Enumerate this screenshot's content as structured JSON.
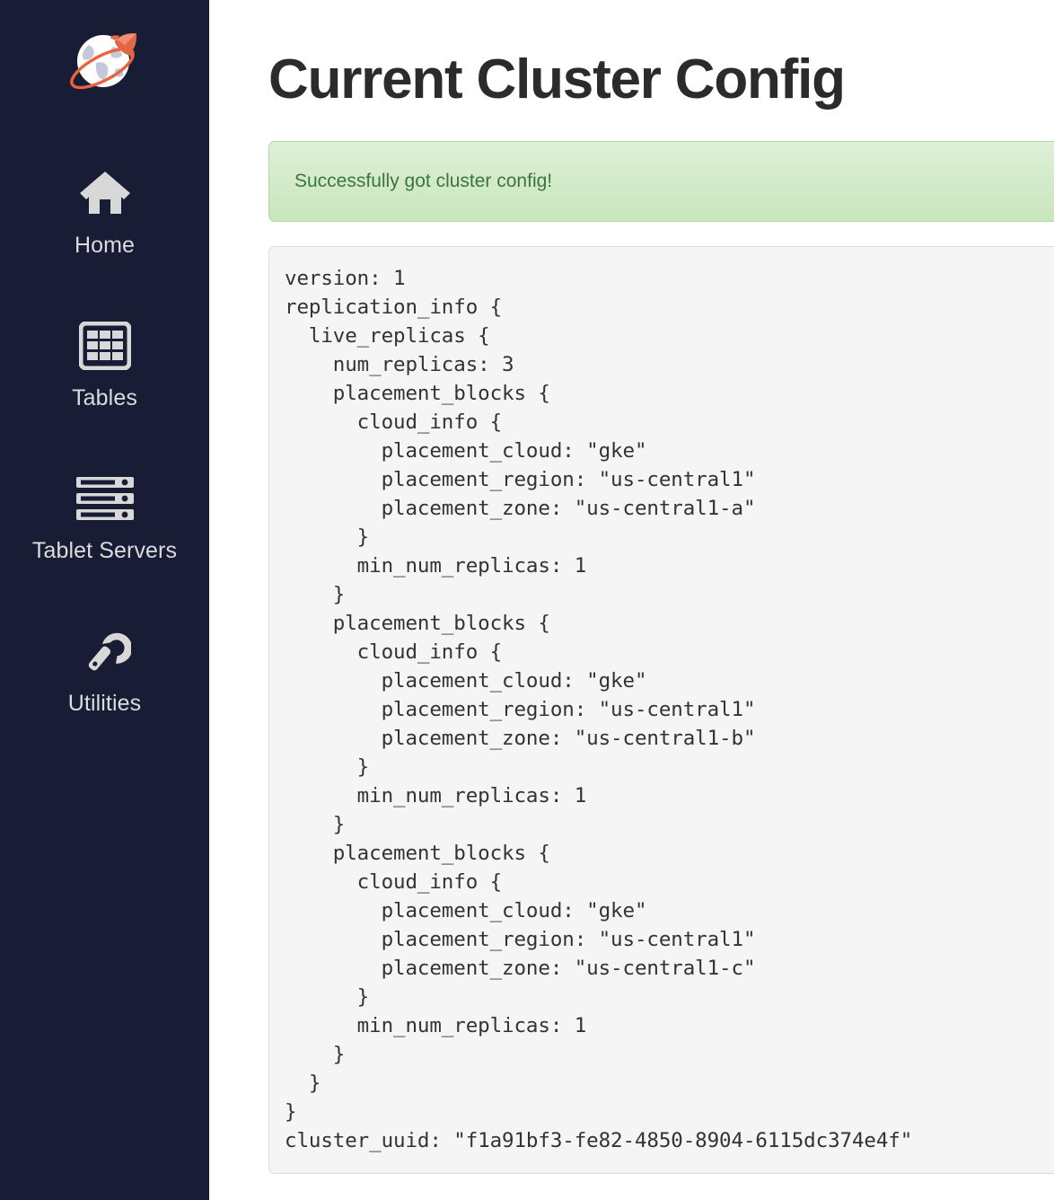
{
  "sidebar": {
    "logo": {
      "icon": "globe-rocket-logo",
      "globe_color": "#ffffff",
      "rocket_color": "#ec6a4c",
      "orbit_color": "#e8633f"
    },
    "background_color": "#191c35",
    "items": [
      {
        "label": "Home",
        "icon": "home-icon"
      },
      {
        "label": "Tables",
        "icon": "table-grid-icon"
      },
      {
        "label": "Tablet Servers",
        "icon": "server-rack-icon"
      },
      {
        "label": "Utilities",
        "icon": "wrench-icon"
      }
    ]
  },
  "main": {
    "title": "Current Cluster Config",
    "alert": {
      "message": "Successfully got cluster config!",
      "type": "success",
      "background_color": "#dff0d8",
      "border_color": "#b2dba1",
      "text_color": "#3c763d"
    },
    "config": {
      "background_color": "#f5f5f5",
      "border_color": "#dcdcdc",
      "text": "version: 1\nreplication_info {\n  live_replicas {\n    num_replicas: 3\n    placement_blocks {\n      cloud_info {\n        placement_cloud: \"gke\"\n        placement_region: \"us-central1\"\n        placement_zone: \"us-central1-a\"\n      }\n      min_num_replicas: 1\n    }\n    placement_blocks {\n      cloud_info {\n        placement_cloud: \"gke\"\n        placement_region: \"us-central1\"\n        placement_zone: \"us-central1-b\"\n      }\n      min_num_replicas: 1\n    }\n    placement_blocks {\n      cloud_info {\n        placement_cloud: \"gke\"\n        placement_region: \"us-central1\"\n        placement_zone: \"us-central1-c\"\n      }\n      min_num_replicas: 1\n    }\n  }\n}\ncluster_uuid: \"f1a91bf3-fe82-4850-8904-6115dc374e4f\""
    }
  }
}
